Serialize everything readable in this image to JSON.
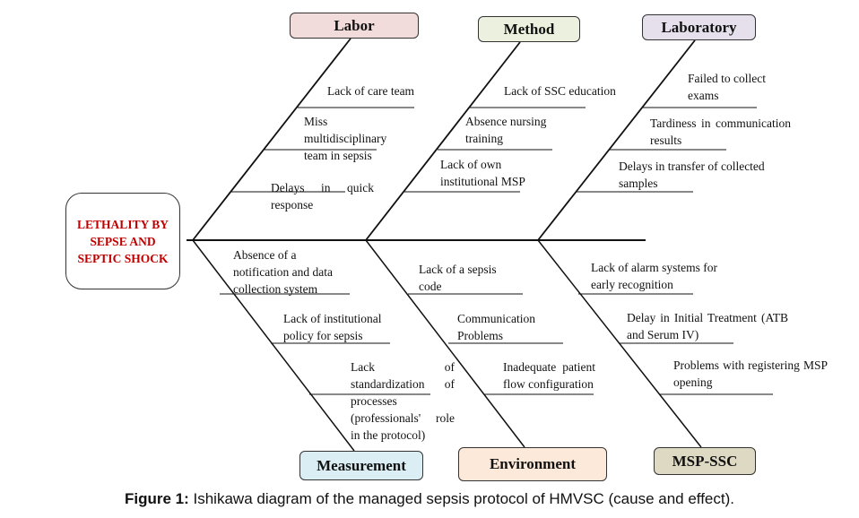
{
  "effect": "LETHALITY BY SEPSE AND SEPTIC SHOCK",
  "categories": {
    "labor": {
      "label": "Labor",
      "color": "#f2dcdb",
      "causes": [
        "Lack of care team",
        "Miss multidisciplinary team in sepsis",
        "Delays in quick response"
      ]
    },
    "method": {
      "label": "Method",
      "color": "#ebf1de",
      "causes": [
        "Lack of SSC education",
        "Absence nursing training",
        "Lack of own institutional MSP"
      ]
    },
    "laboratory": {
      "label": "Laboratory",
      "color": "#e5e0ec",
      "causes": [
        "Failed to collect exams",
        "Tardiness in communication results",
        "Delays in transfer of collected samples"
      ]
    },
    "measurement": {
      "label": "Measurement",
      "color": "#daeef3",
      "causes": [
        "Absence of a notification and data collection system",
        "Lack of institutional policy for sepsis",
        "Lack of standardization of processes (professionals' role in the protocol)"
      ]
    },
    "environment": {
      "label": "Environment",
      "color": "#fde9d9",
      "causes": [
        "Lack of a sepsis code",
        "Communication Problems",
        "Inadequate patient flow configuration"
      ]
    },
    "msp_ssc": {
      "label": "MSP-SSC",
      "color": "#ddd9c3",
      "causes": [
        "Lack of alarm systems for early recognition",
        "Delay in Initial Treatment (ATB and Serum IV)",
        "Problems with registering MSP opening"
      ]
    }
  },
  "caption": {
    "prefix": "Figure 1:",
    "text": " Ishikawa diagram of the managed sepsis protocol of HMVSC (cause and effect)."
  }
}
